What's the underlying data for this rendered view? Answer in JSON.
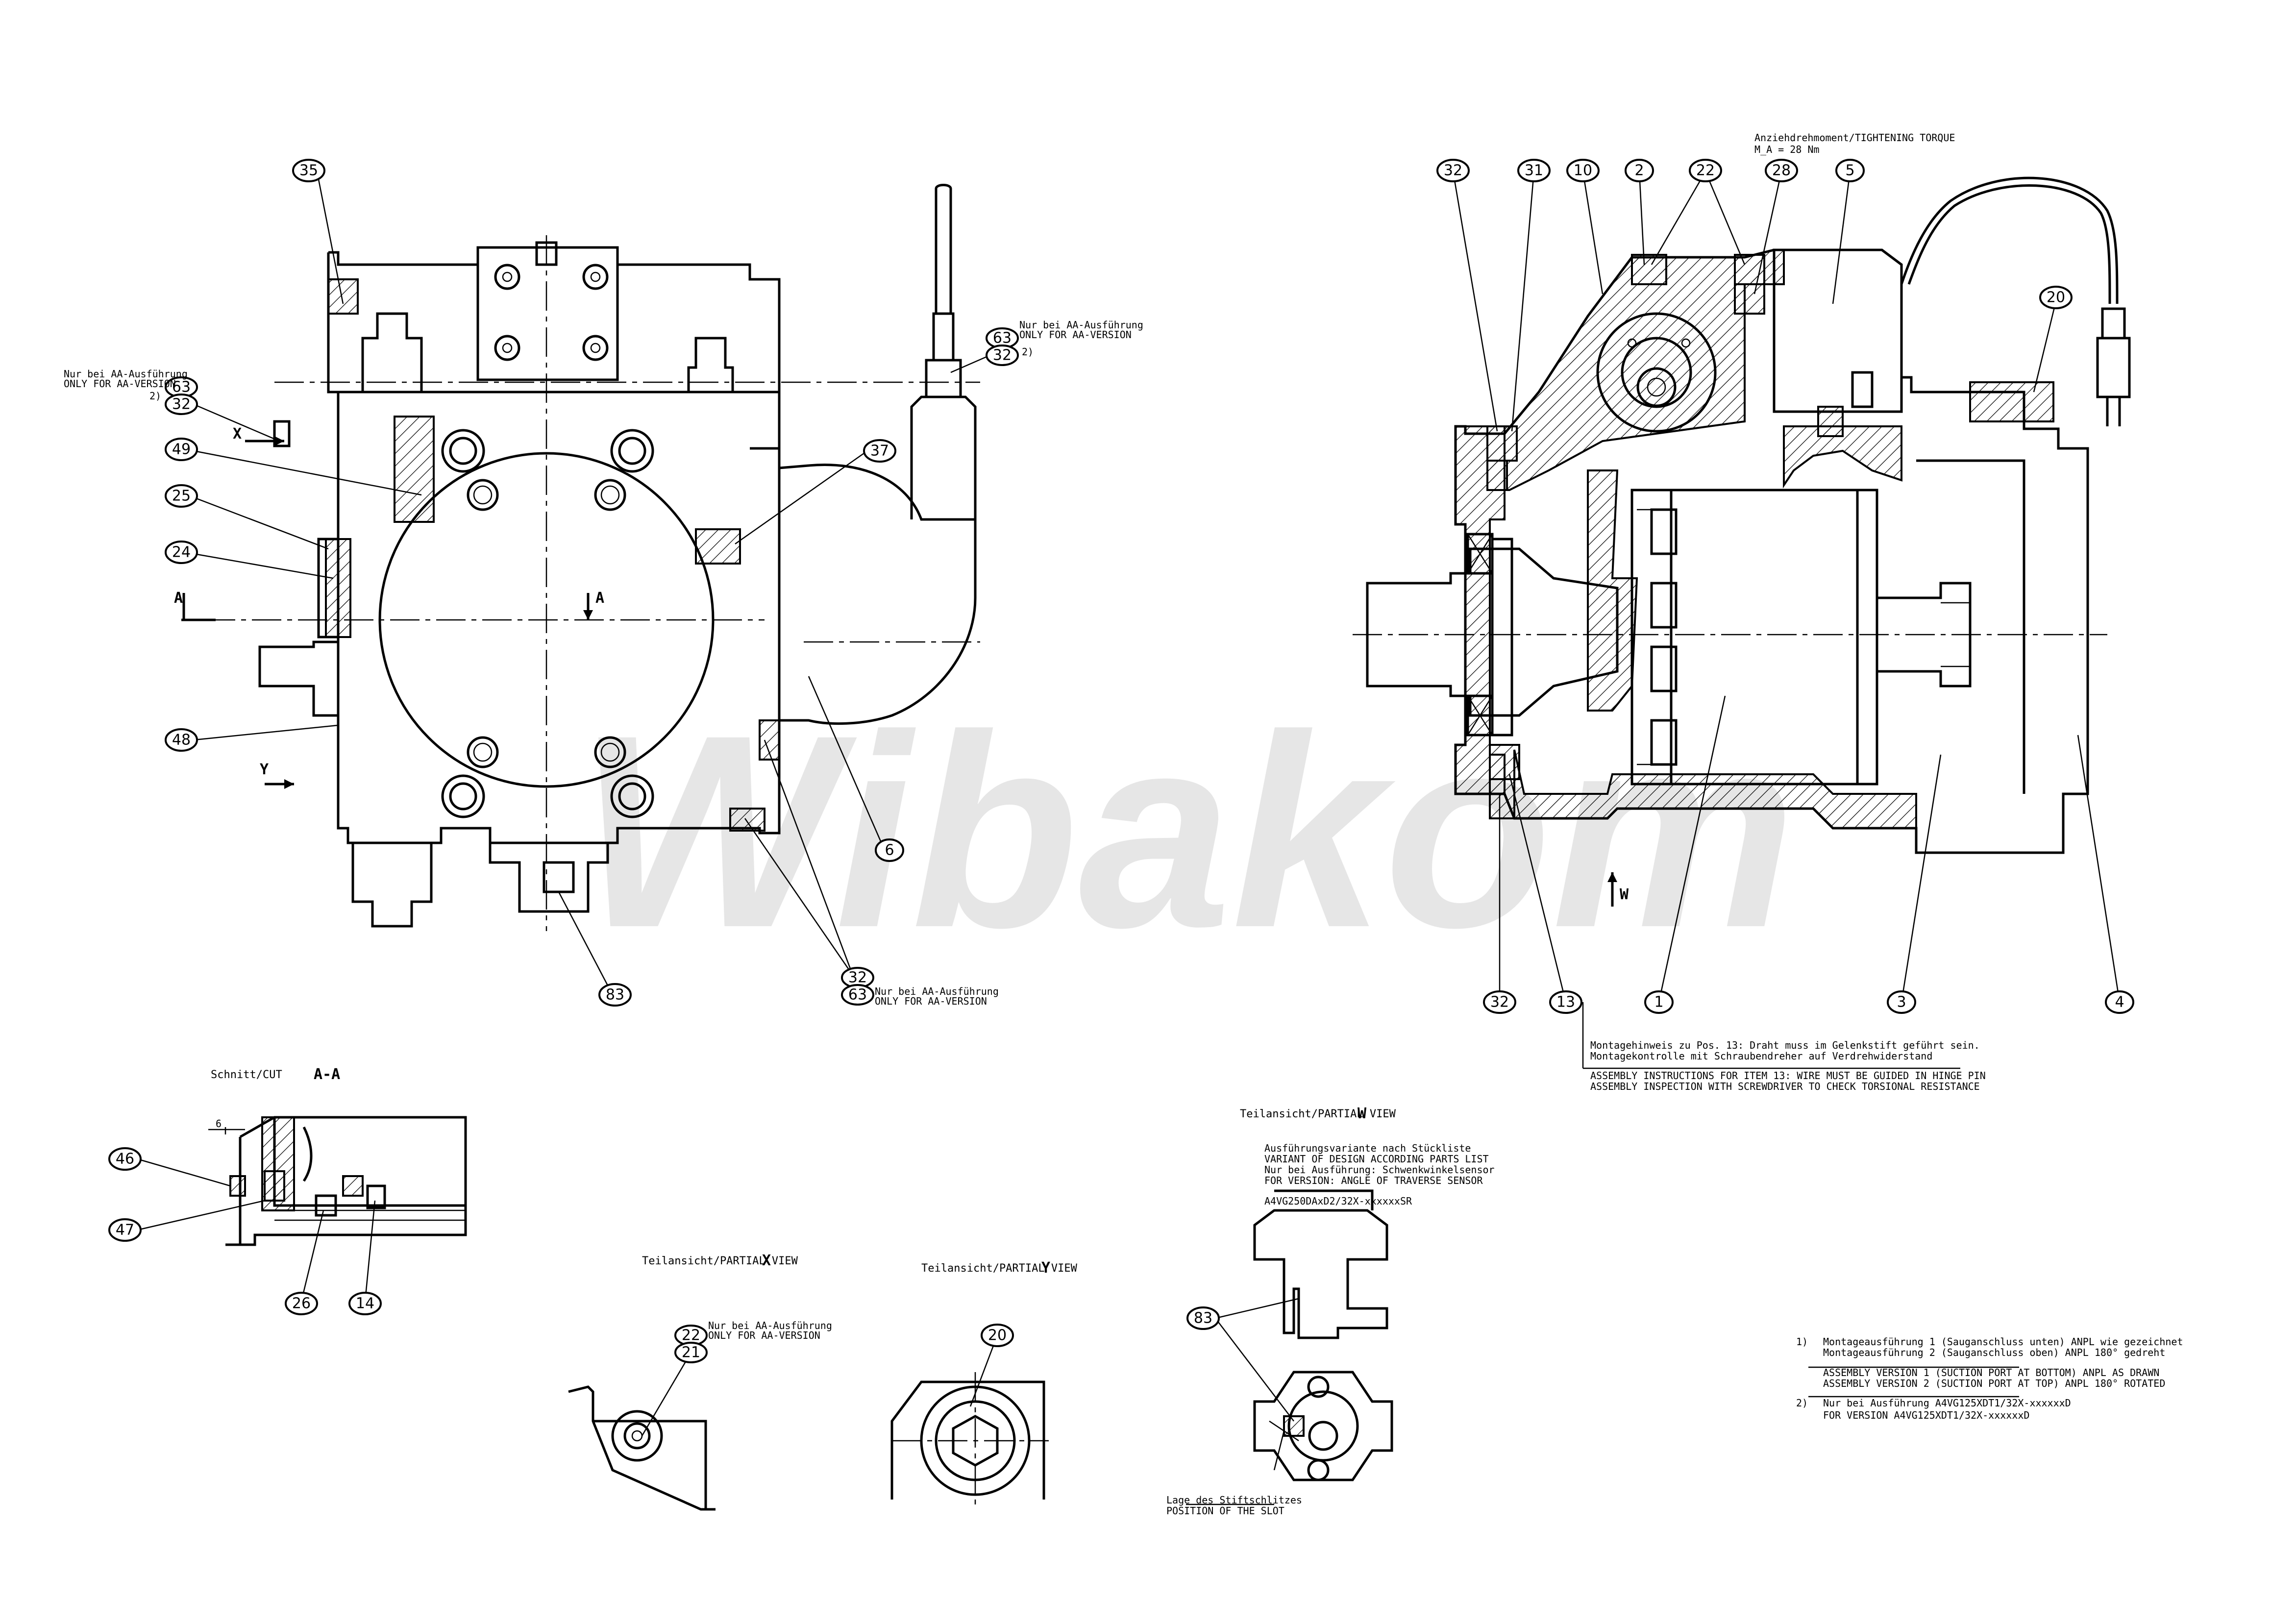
{
  "watermark": "Wibakom",
  "section_labels": {
    "cut_aa": "Schnitt/CUT",
    "cut_aa_letter": "A-A",
    "view_x": "Teilansicht/PARTIAL VIEW",
    "view_x_letter": "X",
    "view_y": "Teilansicht/PARTIAL VIEW",
    "view_y_letter": "Y",
    "view_w": "Teilansicht/PARTIAL VIEW",
    "view_w_letter": "W"
  },
  "view_arrows": {
    "a": "A",
    "x": "X",
    "y": "Y",
    "w": "W"
  },
  "aa_dim": "6",
  "notes": {
    "aa_left_de": "Nur bei AA-Ausführung",
    "aa_left_en": "ONLY FOR AA-VERSION",
    "aa_left_ref": "2)",
    "aa_top_de": "Nur bei AA-Ausführung",
    "aa_top_en": "ONLY FOR AA-VERSION",
    "aa_top_ref": "2)",
    "aa_bottom_de": "Nur bei AA-Ausführung",
    "aa_bottom_en": "ONLY FOR AA-VERSION",
    "aa_x_de": "Nur bei AA-Ausführung",
    "aa_x_en": "ONLY FOR AA-VERSION",
    "torque_title": "Anziehdrehmoment/TIGHTENING TORQUE",
    "torque_value": "M_A = 28 Nm",
    "assembly_de_1": "Montagehinweis zu Pos. 13: Draht muss im Gelenkstift geführt sein.",
    "assembly_de_2": "Montagekontrolle mit Schraubendreher auf Verdrehwiderstand",
    "assembly_en_1": "ASSEMBLY INSTRUCTIONS FOR ITEM 13: WIRE MUST BE GUIDED IN HINGE PIN",
    "assembly_en_2": "ASSEMBLY INSPECTION WITH SCREWDRIVER TO CHECK TORSIONAL RESISTANCE",
    "variant_de": "Ausführungsvariante nach Stückliste",
    "variant_en": "VARIANT OF DESIGN ACCORDING PARTS LIST",
    "sensor_de": "Nur bei Ausführung: Schwenkwinkelsensor",
    "sensor_en": "FOR VERSION: ANGLE OF TRAVERSE SENSOR",
    "sensor_code": "A4VG250DAxD2/32X-xxxxxxSR",
    "slot_de": "Lage des Stiftschlitzes",
    "slot_en": "POSITION OF THE SLOT",
    "fn1_num": "1)",
    "fn1_de_1": "Montageausführung 1 (Sauganschluss unten) ANPL wie gezeichnet",
    "fn1_de_2": "Montageausführung 2 (Sauganschluss oben) ANPL 180° gedreht",
    "fn1_en_1": "ASSEMBLY VERSION 1 (SUCTION PORT AT BOTTOM) ANPL AS DRAWN",
    "fn1_en_2": "ASSEMBLY VERSION 2 (SUCTION PORT AT TOP) ANPL 180° ROTATED",
    "fn2_num": "2)",
    "fn2_de": "Nur bei Ausführung A4VG125XDT1/32X-xxxxxxD",
    "fn2_en": "FOR VERSION A4VG125XDT1/32X-xxxxxxD"
  },
  "callouts": {
    "c35": "35",
    "c63a": "63",
    "c32a": "32",
    "c49": "49",
    "c25": "25",
    "c24": "24",
    "c48": "48",
    "c63b": "63",
    "c32b": "32",
    "c37": "37",
    "c6": "6",
    "c83a": "83",
    "c32c": "32",
    "c63c": "63",
    "c32d": "32",
    "c31": "31",
    "c10": "10",
    "c2": "2",
    "c22": "22",
    "c28": "28",
    "c5": "5",
    "c20a": "20",
    "c32e": "32",
    "c13": "13",
    "c1": "1",
    "c3": "3",
    "c4": "4",
    "c46": "46",
    "c47": "47",
    "c26": "26",
    "c14": "14",
    "c22x": "22",
    "c21": "21",
    "c20y": "20",
    "c83w": "83"
  }
}
